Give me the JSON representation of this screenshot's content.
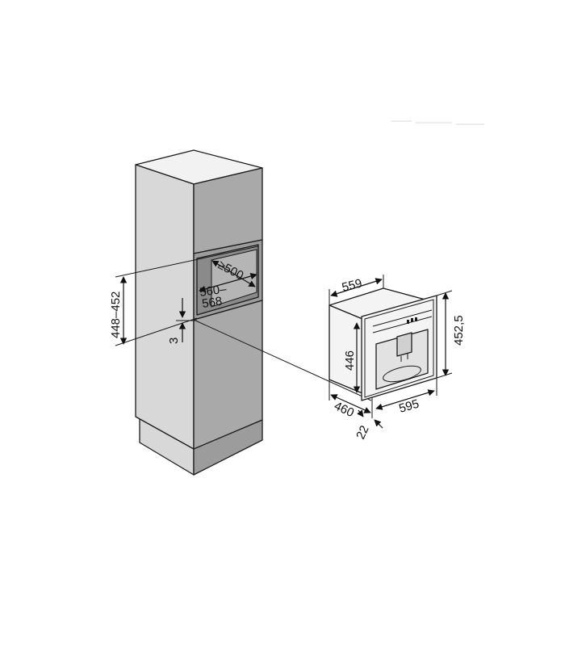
{
  "diagram": {
    "colors": {
      "cabinet_front": "#9c9c9c",
      "cabinet_side": "#d8d8d8",
      "cabinet_top": "#f2f2f2",
      "door": "#a9a9a9",
      "niche_inner": "#8a8a8a",
      "appliance_body": "#f4f4f4",
      "line": "#1a1a1a"
    },
    "labels": {
      "depth_min": "≥500",
      "width_range_line1": "560–",
      "width_range_line2": "568",
      "height_range": "448–452",
      "gap": "3",
      "appliance_width": "559",
      "appliance_front_height": "452,5",
      "appliance_body_height": "446",
      "appliance_depth": "460",
      "appliance_front_width": "595",
      "appliance_front_depth": "22"
    }
  }
}
